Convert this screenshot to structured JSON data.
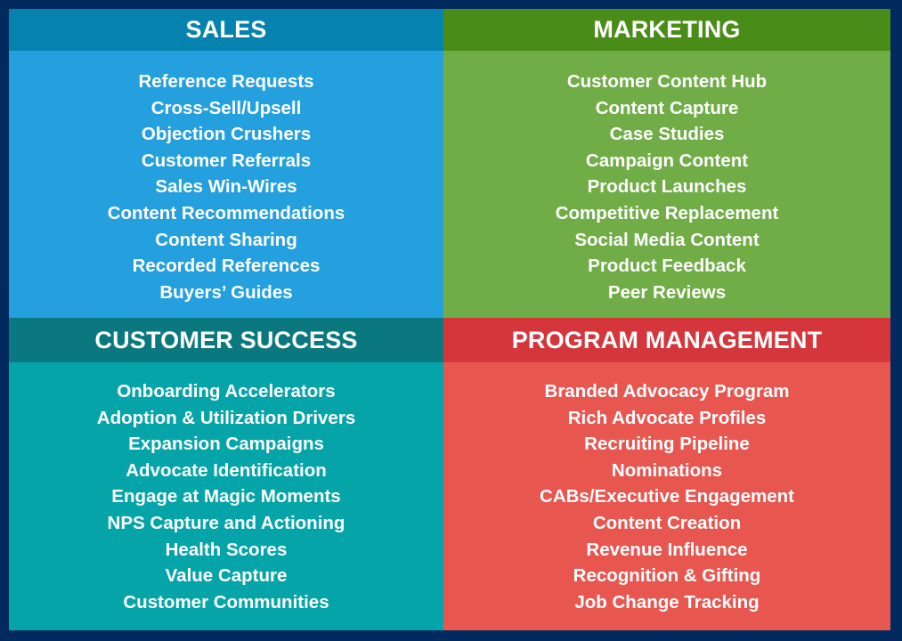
{
  "quadrants": {
    "sales": {
      "title": "SALES",
      "header_color": "#0582ad",
      "body_color": "#24a0de",
      "items": [
        "Reference Requests",
        "Cross-Sell/Upsell",
        "Objection Crushers",
        "Customer Referrals",
        "Sales Win-Wires",
        "Content Recommendations",
        "Content Sharing",
        "Recorded References",
        "Buyers’ Guides"
      ]
    },
    "marketing": {
      "title": "MARKETING",
      "header_color": "#4a8c18",
      "body_color": "#70ad47",
      "items": [
        "Customer Content Hub",
        "Content Capture",
        "Case Studies",
        "Campaign Content",
        "Product Launches",
        "Competitive Replacement",
        "Social Media Content",
        "Product Feedback",
        "Peer Reviews"
      ]
    },
    "customer_success": {
      "title": "CUSTOMER SUCCESS",
      "header_color": "#0a787e",
      "body_color": "#05a4a9",
      "items": [
        "Onboarding Accelerators",
        "Adoption & Utilization Drivers",
        "Expansion Campaigns",
        "Advocate Identification",
        "Engage at Magic Moments",
        "NPS Capture and Actioning",
        "Health Scores",
        "Value Capture",
        "Customer Communities"
      ]
    },
    "program_management": {
      "title": "PROGRAM MANAGEMENT",
      "header_color": "#d4363b",
      "body_color": "#e85650",
      "items": [
        "Branded Advocacy Program",
        "Rich Advocate Profiles",
        "Recruiting Pipeline",
        "Nominations",
        "CABs/Executive Engagement",
        "Content Creation",
        "Revenue Influence",
        "Recognition & Gifting",
        "Job Change Tracking"
      ]
    }
  },
  "background_color": "#032a5f"
}
